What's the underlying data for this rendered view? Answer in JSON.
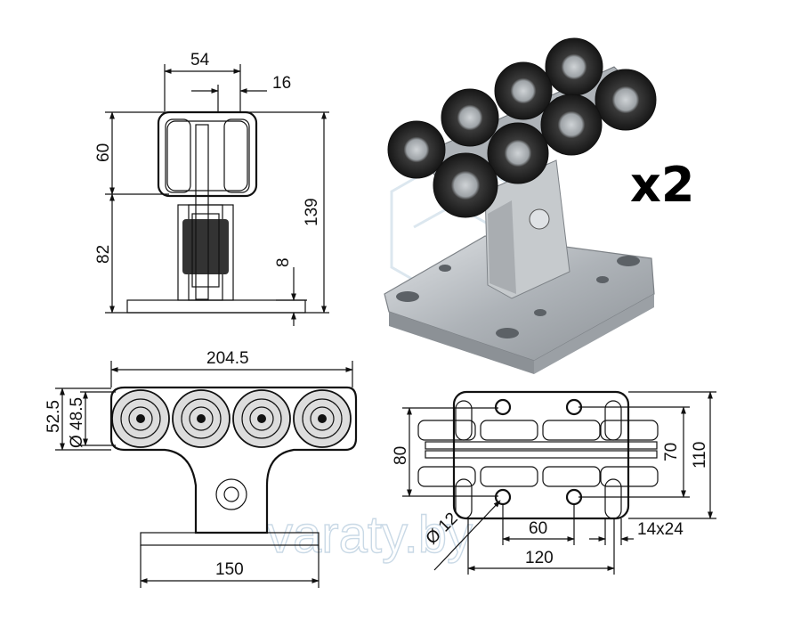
{
  "multiplier": "x2",
  "watermark": "varaty.by",
  "colors": {
    "line": "#111111",
    "steel": "#b5b9bd",
    "wheel": "#1f1f1f",
    "watermark": "#c9d9e6"
  },
  "side_view": {
    "top_width": "54",
    "offset": "16",
    "upper_height": "60",
    "lower_height": "82",
    "total_height": "139",
    "plate_thickness": "8"
  },
  "front_view": {
    "overall_length": "204.5",
    "outer_height": "52.5",
    "wheel_diameter": "Ø 48.5",
    "base_length": "150"
  },
  "top_view": {
    "inner_width": "80",
    "hole_spacing": "70",
    "plate_width": "110",
    "hole_diameter": "Ø 12",
    "hole_pitch": "60",
    "slot_size": "14x24",
    "plate_length": "120"
  }
}
